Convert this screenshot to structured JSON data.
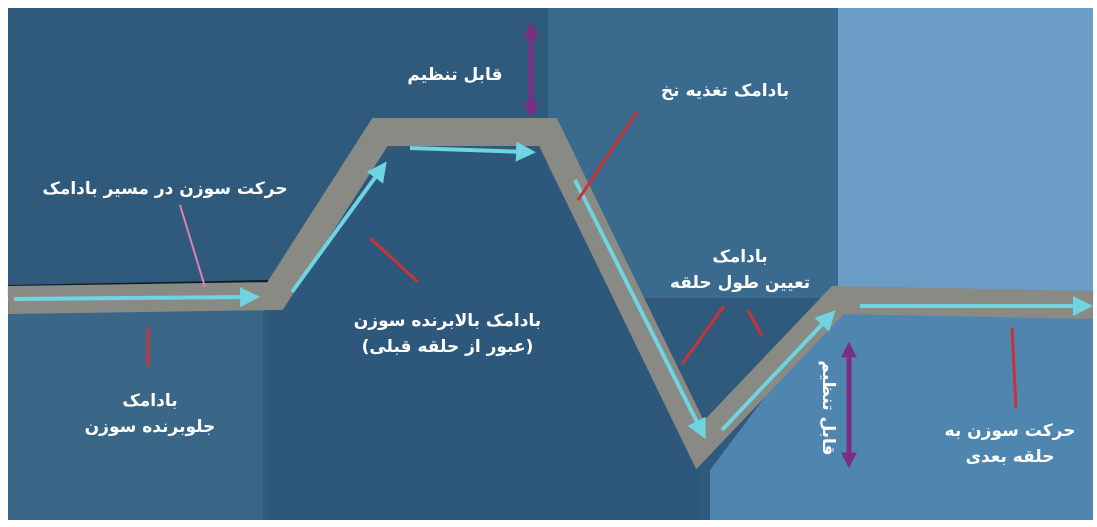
{
  "labels": {
    "adjustable_top": "قابل تنظیم",
    "thread_feed_cam": "بادامک تغذیه نخ",
    "needle_path_along_cam": "حرکت سوزن در مسیر بادامک",
    "raising_cam_line1": "بادامک بالابرنده سوزن",
    "raising_cam_line2": "(عبور از حلقه قبلی)",
    "loop_length_cam_line1": "بادامک",
    "loop_length_cam_line2": "تعیین طول حلقه",
    "forward_cam_line1": "بادامک",
    "forward_cam_line2": "جلوبرنده سوزن",
    "adjustable_vertical": "قابل تنظیم",
    "next_loop_line1": "حرکت سوزن به",
    "next_loop_line2": "حلقه بعدی"
  },
  "colors": {
    "background": "#2f5a7c",
    "block": "#3a6787",
    "block_right": "#6b9cc6",
    "cam_track": "#8a8a84",
    "needle_arrow": "#6fd4e2",
    "pointer_red": "#c8333a",
    "pointer_pink": "#e07fb2",
    "adjust_arrow": "#7a2f82",
    "text": "#ffffff"
  }
}
